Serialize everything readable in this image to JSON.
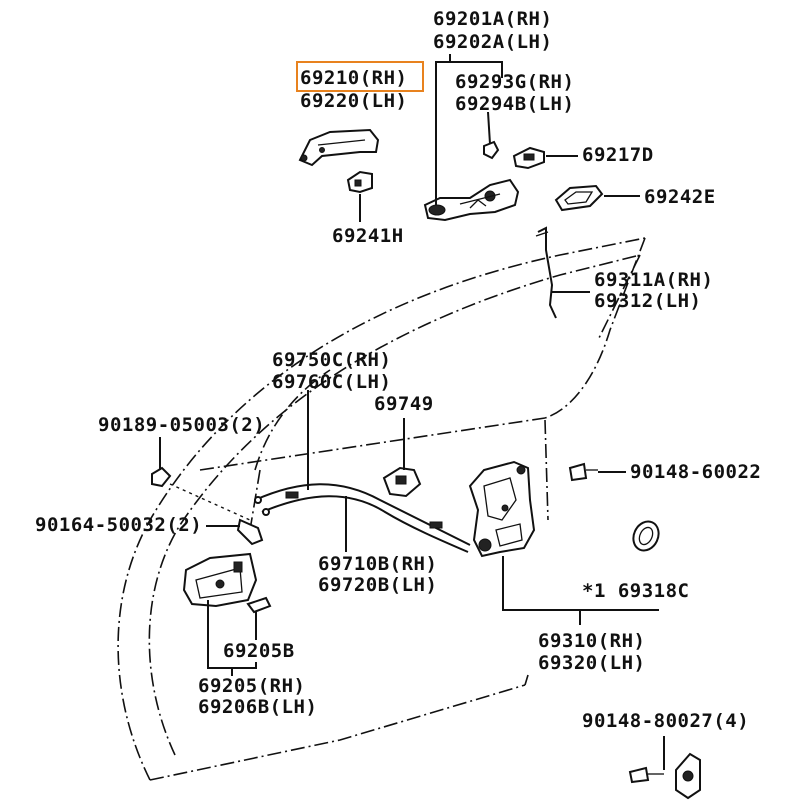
{
  "highlight_color": "#e8821e",
  "labels": {
    "p69201a": "69201A(RH)",
    "p69202a": "69202A(LH)",
    "p69210": "69210(RH)",
    "p69220": "69220(LH)",
    "p69293g": "69293G(RH)",
    "p69294b": "69294B(LH)",
    "p69217d": "69217D",
    "p69242e": "69242E",
    "p69241h": "69241H",
    "p69311a": "69311A(RH)",
    "p69312": "69312(LH)",
    "p69750c": "69750C(RH)",
    "p69760c": "69760C(LH)",
    "p69749": "69749",
    "p90189": "90189-05003(2)",
    "p90148_60022": "90148-60022",
    "p90164": "90164-50032(2)",
    "p69710b": "69710B(RH)",
    "p69720b": "69720B(LH)",
    "p69318c": "*1 69318C",
    "p69205b": "69205B",
    "p69310": "69310(RH)",
    "p69320": "69320(LH)",
    "p69205": "69205(RH)",
    "p69206b": "69206B(LH)",
    "p90148_80027": "90148-80027(4)"
  }
}
